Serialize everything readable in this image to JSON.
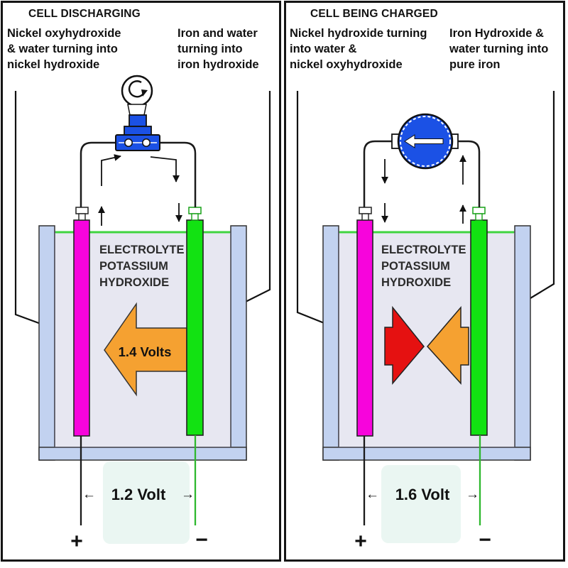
{
  "colors": {
    "magenta": "#F704DC",
    "green": "#12E212",
    "wall_blue": "#C2D2F0",
    "electrolyte": "#E7E7F1",
    "device_blue": "#1B51E5",
    "orange": "#F5A131",
    "red": "#E51111",
    "surface_green": "#3FD43F",
    "green_wire": "#2EB82E",
    "watermark": "#EAF6F2"
  },
  "panels": [
    {
      "title": "CELL DISCHARGING",
      "anode_note": {
        "lines": [
          "Nickel oxyhydroxide",
          "& water turning into",
          "nickel hydroxide"
        ]
      },
      "cathode_note": {
        "lines": [
          "Iron and water",
          "turning into",
          "iron hydroxide"
        ]
      },
      "electrolyte": {
        "lines": [
          "ELECTROLYTE",
          "POTASSIUM",
          "HYDROXIDE"
        ]
      },
      "cell_voltage_label": "1.4 Volts",
      "terminal_voltage": {
        "left_arrow": "←",
        "label": "1.2 Volt",
        "right_arrow": "→"
      },
      "positive_symbol": "+",
      "negative_symbol": "−"
    },
    {
      "title": "CELL BEING CHARGED",
      "anode_note": {
        "lines": [
          "Nickel hydroxide turning",
          "into water &",
          "nickel oxyhydroxide"
        ]
      },
      "cathode_note": {
        "lines": [
          "Iron Hydroxide &",
          "water turning into",
          "pure iron"
        ]
      },
      "electrolyte": {
        "lines": [
          "ELECTROLYTE",
          "POTASSIUM",
          "HYDROXIDE"
        ]
      },
      "terminal_voltage": {
        "left_arrow": "←",
        "label": "1.6 Volt",
        "right_arrow": "→"
      },
      "positive_symbol": "+",
      "negative_symbol": "−"
    }
  ]
}
